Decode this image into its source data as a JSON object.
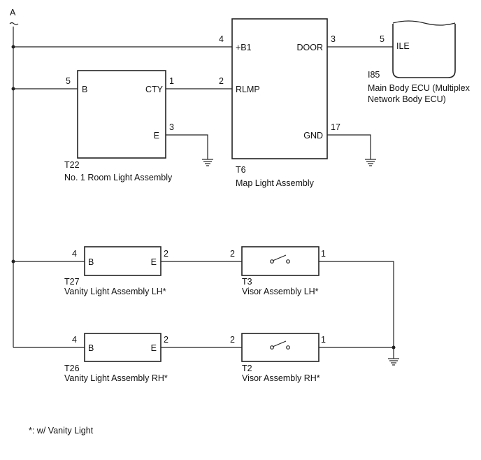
{
  "connectors": {
    "main_line": "A",
    "T6": {
      "code": "T6",
      "name": "Map Light Assembly",
      "pins": {
        "b1": "+B1",
        "b1_no": "4",
        "rlmp": "RLMP",
        "rlmp_no": "2",
        "door": "DOOR",
        "door_no": "3",
        "gnd": "GND",
        "gnd_no": "17"
      }
    },
    "I85": {
      "code": "I85",
      "name_line1": "Main Body ECU (Multiplex",
      "name_line2": "Network Body ECU)",
      "pins": {
        "ile": "ILE",
        "ile_no": "5"
      }
    },
    "T22": {
      "code": "T22",
      "name": "No. 1 Room Light Assembly",
      "pins": {
        "b": "B",
        "b_no": "5",
        "cty": "CTY",
        "cty_no": "1",
        "e": "E",
        "e_no": "3"
      }
    },
    "T27": {
      "code": "T27",
      "name": "Vanity Light Assembly LH*",
      "pins": {
        "b": "B",
        "b_no": "4",
        "e": "E",
        "e_no": "2"
      }
    },
    "T3": {
      "code": "T3",
      "name": "Visor Assembly LH*",
      "pins": {
        "in_no": "2",
        "out_no": "1"
      }
    },
    "T26": {
      "code": "T26",
      "name": "Vanity Light Assembly RH*",
      "pins": {
        "b": "B",
        "b_no": "4",
        "e": "E",
        "e_no": "2"
      }
    },
    "T2": {
      "code": "T2",
      "name": "Visor Assembly RH*",
      "pins": {
        "in_no": "2",
        "out_no": "1"
      }
    }
  },
  "footnote": "*: w/ Vanity Light"
}
